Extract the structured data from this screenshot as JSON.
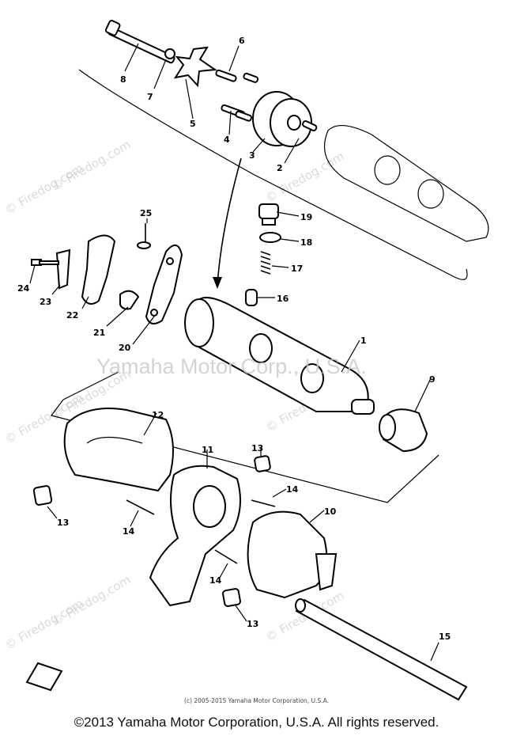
{
  "watermarks": {
    "site": "© Firedog.com",
    "owner": "Yamaha Motor Corp., U.S.A."
  },
  "parts": [
    {
      "ref": "1"
    },
    {
      "ref": "2"
    },
    {
      "ref": "3"
    },
    {
      "ref": "4"
    },
    {
      "ref": "5"
    },
    {
      "ref": "6"
    },
    {
      "ref": "7"
    },
    {
      "ref": "8"
    },
    {
      "ref": "9"
    },
    {
      "ref": "10"
    },
    {
      "ref": "11"
    },
    {
      "ref": "12"
    },
    {
      "ref": "13"
    },
    {
      "ref": "13"
    },
    {
      "ref": "13"
    },
    {
      "ref": "14"
    },
    {
      "ref": "14"
    },
    {
      "ref": "14"
    },
    {
      "ref": "15"
    },
    {
      "ref": "16"
    },
    {
      "ref": "17"
    },
    {
      "ref": "18"
    },
    {
      "ref": "19"
    },
    {
      "ref": "20"
    },
    {
      "ref": "21"
    },
    {
      "ref": "22"
    },
    {
      "ref": "23"
    },
    {
      "ref": "24"
    },
    {
      "ref": "25"
    }
  ],
  "copyright_small": "(c) 2005-2015 Yamaha Motor Corporation, U.S.A.",
  "copyright_footer": "©2013 Yamaha Motor Corporation, U.S.A. All rights reserved.",
  "colors": {
    "line": "#000000",
    "watermark": "#bdbdbd",
    "background": "#ffffff"
  }
}
